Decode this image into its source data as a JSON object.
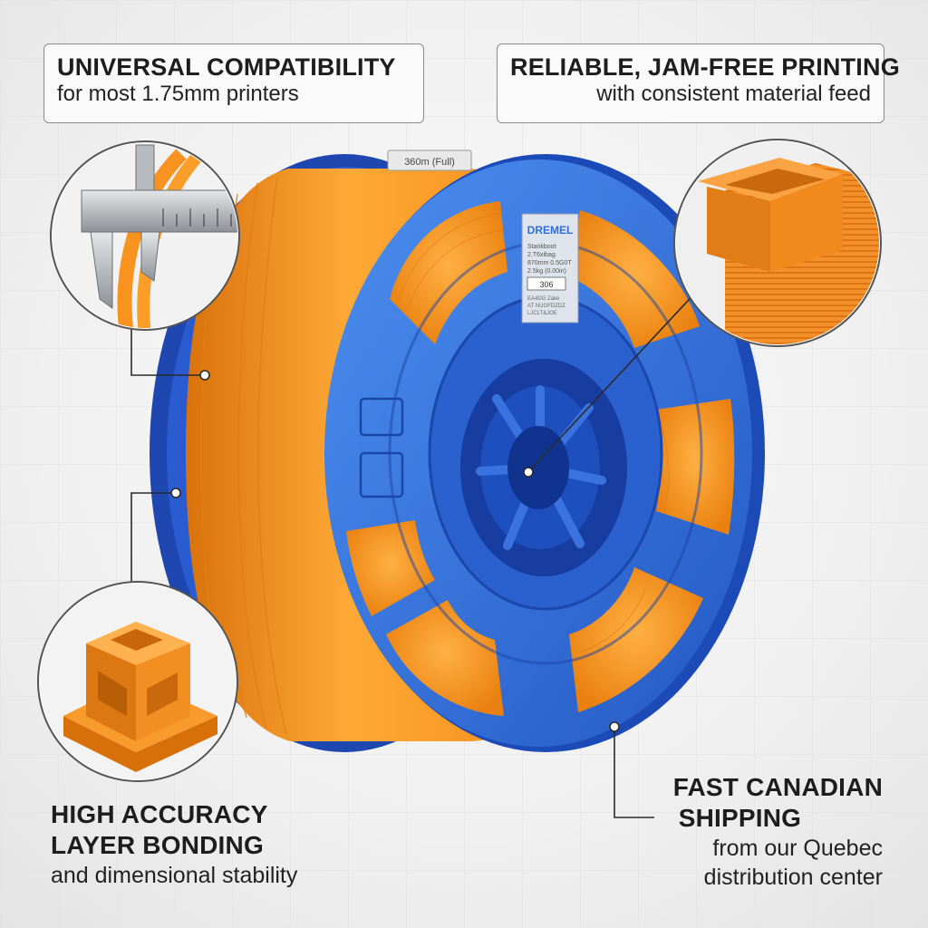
{
  "callouts": {
    "compatibility": {
      "title": "UNIVERSAL COMPATIBILITY",
      "subtitle": "for most 1.75mm printers"
    },
    "jam_free": {
      "title": "RELIABLE, JAM-FREE PRINTING",
      "subtitle": "with consistent material feed"
    },
    "accuracy": {
      "title_line1": "HIGH ACCURACY",
      "title_line2": "LAYER BONDING",
      "subtitle": "and dimensional stability"
    },
    "shipping": {
      "title_line1": "FAST CANADIAN",
      "title_line2": "SHIPPING",
      "subtitle_line1": "from our Quebec",
      "subtitle_line2": "distribution center"
    }
  },
  "spool": {
    "brand": "DREMEL",
    "label_lines": [
      "Stankboot",
      "2.T6xibag",
      "870mm 0.5G0T",
      "2.5kg (0.00in)"
    ],
    "label_number": "306",
    "label_small": [
      "EA4DG  Zake",
      "AT NUGFDZDZ",
      "LJCLT&JOE"
    ],
    "top_label": "360m (Full)"
  },
  "colors": {
    "spool_blue": "#2f6fd6",
    "spool_dark": "#1a3f9c",
    "filament_orange": "#f7931e",
    "filament_dark": "#d9720c"
  },
  "icons": [
    "caliper-image",
    "printed-cube-image",
    "printed-test-part-image"
  ]
}
